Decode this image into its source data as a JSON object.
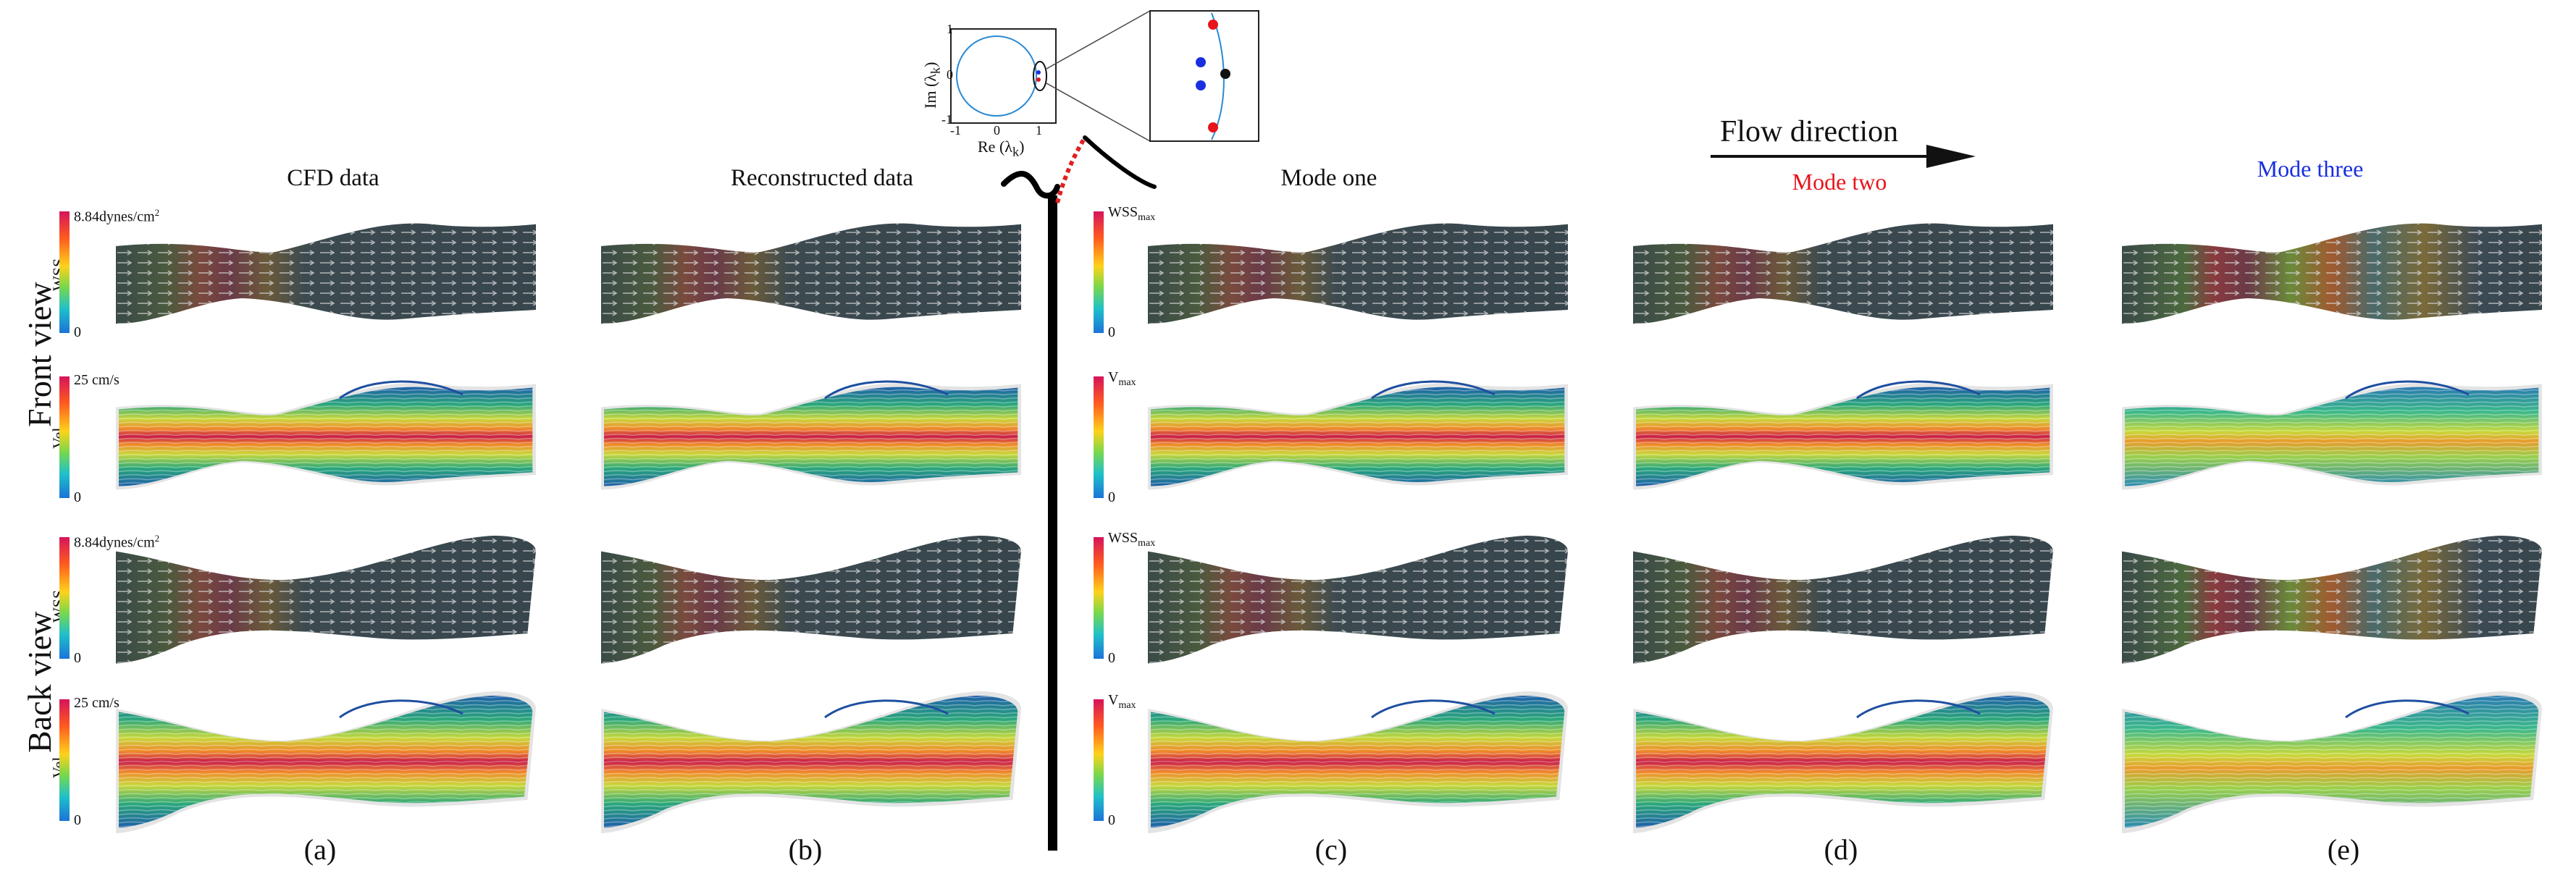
{
  "columns": [
    {
      "title": "CFD data",
      "label": "(a)"
    },
    {
      "title": "Reconstructed data",
      "label": "(b)"
    },
    {
      "title": "Mode one",
      "label": "(c)"
    },
    {
      "title": "Mode two",
      "label": "(d)"
    },
    {
      "title": "Mode three",
      "label": "(e)"
    }
  ],
  "rows": {
    "front_view": "Front view",
    "back_view": "Back view",
    "wss": "WSS",
    "vel": "Vel"
  },
  "colorbars": {
    "wss_max_physical": "8.84",
    "wss_unit": "dynes/cm",
    "wss_unit_exp": "2",
    "vel_max_physical": "25",
    "vel_unit": "cm/s",
    "wss_max_mode": "WSS",
    "wss_max_mode_sub": "max",
    "vel_max_mode": "V",
    "vel_max_mode_sub": "max",
    "zero": "0"
  },
  "flow_direction": "Flow direction",
  "eigen_inset": {
    "y_axis": "Im (λ",
    "y_axis_sub": "k",
    "x_axis": "Re (λ",
    "x_axis_sub": "k",
    "ticks_y": [
      "1",
      "0",
      "-1"
    ],
    "ticks_x": [
      "-1",
      "0",
      "1"
    ],
    "close_paren": ")"
  },
  "colors": {
    "mode_two": "#e8141b",
    "mode_three": "#1a2fe0",
    "unit_circle": "#2a8ad4",
    "eig_red": "#e8141b",
    "eig_blue": "#1a2fe0",
    "eig_black": "#111111"
  }
}
